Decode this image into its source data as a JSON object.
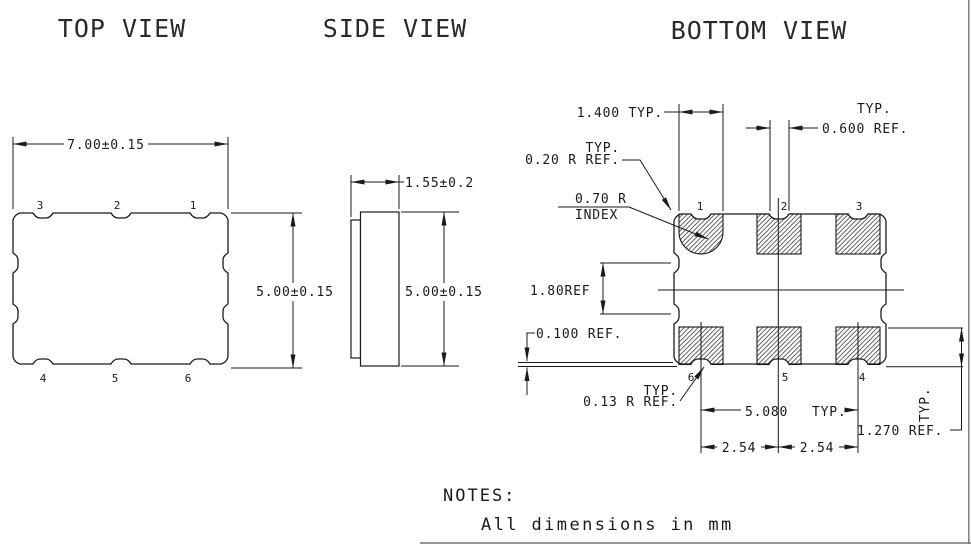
{
  "titles": {
    "top": "TOP VIEW",
    "side": "SIDE VIEW",
    "bottom": "BOTTOM VIEW"
  },
  "top_view": {
    "width_dim": "7.00±0.15",
    "height_dim": "5.00±0.15",
    "pads_top": [
      "3",
      "2",
      "1"
    ],
    "pads_bottom": [
      "4",
      "5",
      "6"
    ]
  },
  "side_view": {
    "thickness_dim": "1.55±0.2",
    "height_dim": "5.00±0.15"
  },
  "bottom_view": {
    "pad_width_dim": "1.400 TYP.",
    "notch_typ": "TYP.",
    "notch_dim": "0.600 REF.",
    "corner_typ": "TYP.",
    "corner_dim": "0.20 R REF.",
    "index_radius": "0.70 R",
    "index_label": "INDEX",
    "row_ref_dim": "1.80REF",
    "standoff_dim": "0.100 REF.",
    "pad_corner_typ": "TYP.",
    "pad_corner_dim": "0.13 R REF.",
    "span_dim": "5.080",
    "span_typ": "TYP.",
    "pitch_left": "2.54",
    "pitch_right": "2.54",
    "pad_height_typ": "TYP.",
    "pad_height_dim": "1.270 REF.",
    "pads_top": [
      "1",
      "2",
      "3"
    ],
    "pads_bottom": [
      "6",
      "5",
      "4"
    ]
  },
  "notes": {
    "heading": "NOTES:",
    "body": "All dimensions in mm"
  },
  "colors": {
    "line": "#1a1a1a",
    "hatch": "#3a3a3a",
    "background": "#ffffff"
  }
}
